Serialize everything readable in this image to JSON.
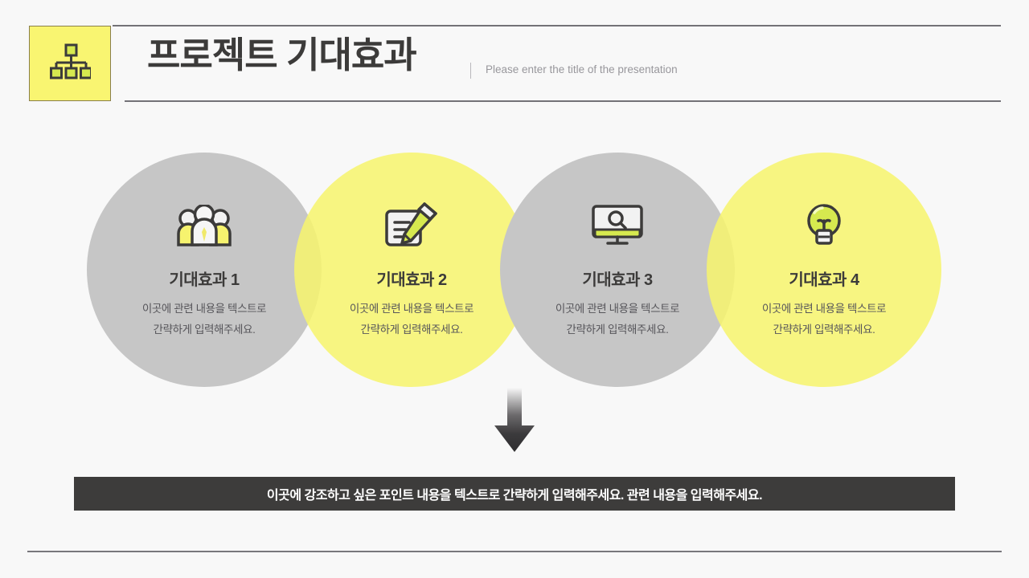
{
  "header": {
    "badge_icon": "org-chart-icon",
    "title": "프로젝트 기대효과",
    "divider": "|",
    "subtitle": "Please enter the title of the presentation"
  },
  "colors": {
    "background": "#f8f8f8",
    "accent_yellow": "#f7f46e",
    "badge_yellow": "#f9f571",
    "gray_circle": "#c6c6c6",
    "dark": "#3d3c3b",
    "icon_stroke": "#3c3b3a",
    "icon_green": "#d6e94f",
    "rule": "#737277"
  },
  "cards": [
    {
      "icon": "people-group-icon",
      "title": "기대효과 1",
      "body_line1": "이곳에 관련 내용을 텍스트로",
      "body_line2": "간략하게 입력해주세요.",
      "fill": "gray"
    },
    {
      "icon": "note-pencil-icon",
      "title": "기대효과 2",
      "body_line1": "이곳에 관련 내용을 텍스트로",
      "body_line2": "간략하게 입력해주세요.",
      "fill": "yellow"
    },
    {
      "icon": "monitor-search-icon",
      "title": "기대효과 3",
      "body_line1": "이곳에 관련 내용을 텍스트로",
      "body_line2": "간략하게 입력해주세요.",
      "fill": "gray"
    },
    {
      "icon": "lightbulb-icon",
      "title": "기대효과 4",
      "body_line1": "이곳에 관련 내용을 텍스트로",
      "body_line2": "간략하게 입력해주세요.",
      "fill": "yellow"
    }
  ],
  "arrow": {
    "icon": "arrow-down-icon"
  },
  "banner": {
    "text": "이곳에 강조하고 싶은 포인트 내용을 텍스트로 간략하게 입력해주세요. 관련 내용을 입력해주세요."
  }
}
